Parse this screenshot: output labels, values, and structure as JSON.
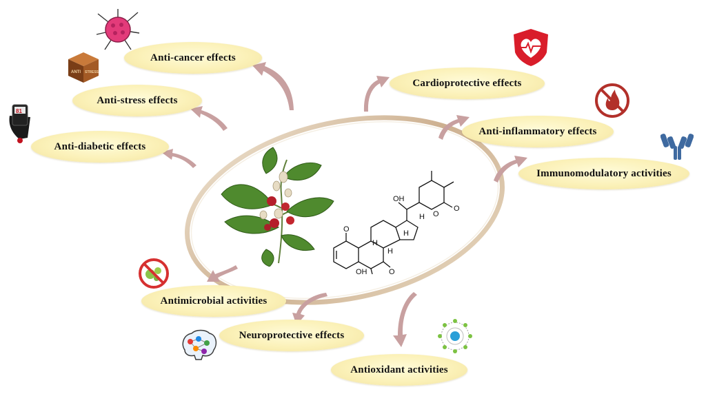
{
  "effects": {
    "anti_cancer": "Anti-cancer effects",
    "anti_stress": "Anti-stress effects",
    "anti_diabetic": "Anti-diabetic  effects",
    "cardioprotective": "Cardioprotective effects",
    "anti_inflammatory": "Anti-inflammatory  effects",
    "immunomodulatory": "Immunomodulatory  activities",
    "antimicrobial": "Antimicrobial  activities",
    "neuroprotective": "Neuroprotective effects",
    "antioxidant": "Antioxidant  activities"
  },
  "icons": {
    "stress_box_top": "ANTI",
    "stress_box_side": "STRESS",
    "glucometer_reading": "81"
  },
  "molecule": {
    "labels": {
      "oh_top": "OH",
      "h1": "H",
      "h2": "H",
      "h3": "H",
      "h4": "H",
      "o_lactone": "O",
      "o_ketone": "O",
      "o_ring": "O",
      "oh_bottom": "OH",
      "o_epoxide": "O"
    }
  },
  "colors": {
    "arrow": "#c8a0a0",
    "pill": "#fbf1b8",
    "ring": "#d9c3a5",
    "heart_red": "#d91d2a",
    "no_fire_red": "#b2302a",
    "antibody_blue": "#3f6aa0"
  }
}
